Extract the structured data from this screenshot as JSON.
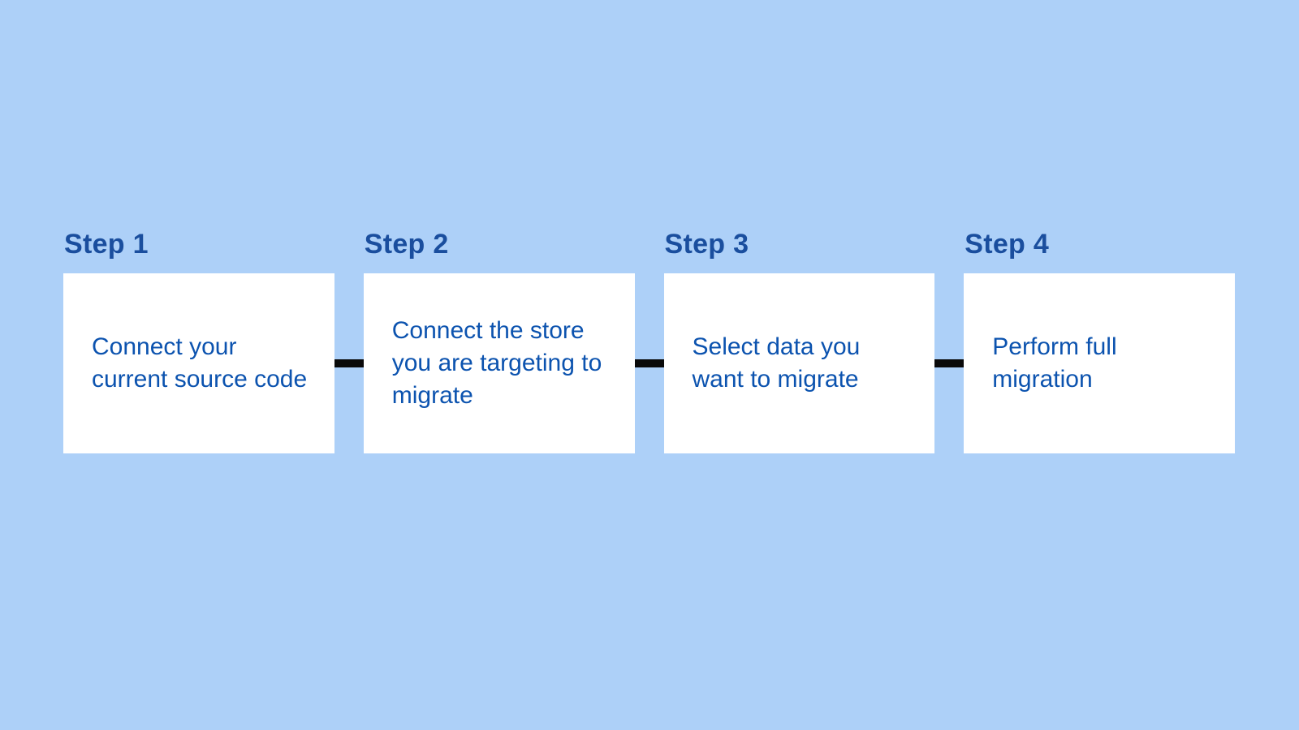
{
  "colors": {
    "background": "#ADD0F8",
    "step_label": "#1A4E9E",
    "card_text": "#0C53AF",
    "card_bg": "#FFFFFF",
    "connector": "#0A0A0A"
  },
  "steps": [
    {
      "label": "Step 1",
      "description": "Connect your current source code"
    },
    {
      "label": "Step 2",
      "description": "Connect the store you are targeting to migrate"
    },
    {
      "label": "Step 3",
      "description": "Select data you want to migrate"
    },
    {
      "label": "Step 4",
      "description": "Perform full migration"
    }
  ]
}
